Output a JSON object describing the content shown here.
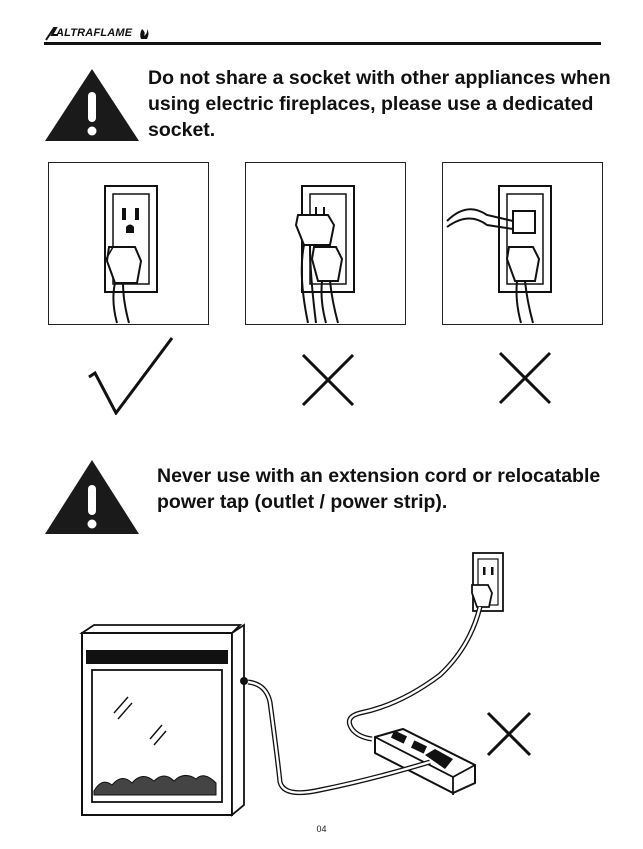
{
  "header": {
    "logo_text": "ALTRAFLAME"
  },
  "warnings": [
    {
      "text": "Do not share a socket with other appliances when using electric fireplaces, please use a dedicated socket."
    },
    {
      "text": "Never use with an extension cord or relocatable power tap (outlet / power strip)."
    }
  ],
  "examples": [
    {
      "result": "correct",
      "icon": "checkmark-icon"
    },
    {
      "result": "incorrect",
      "icon": "cross-icon"
    },
    {
      "result": "incorrect",
      "icon": "cross-icon"
    }
  ],
  "footer": {
    "page_number": "04"
  }
}
